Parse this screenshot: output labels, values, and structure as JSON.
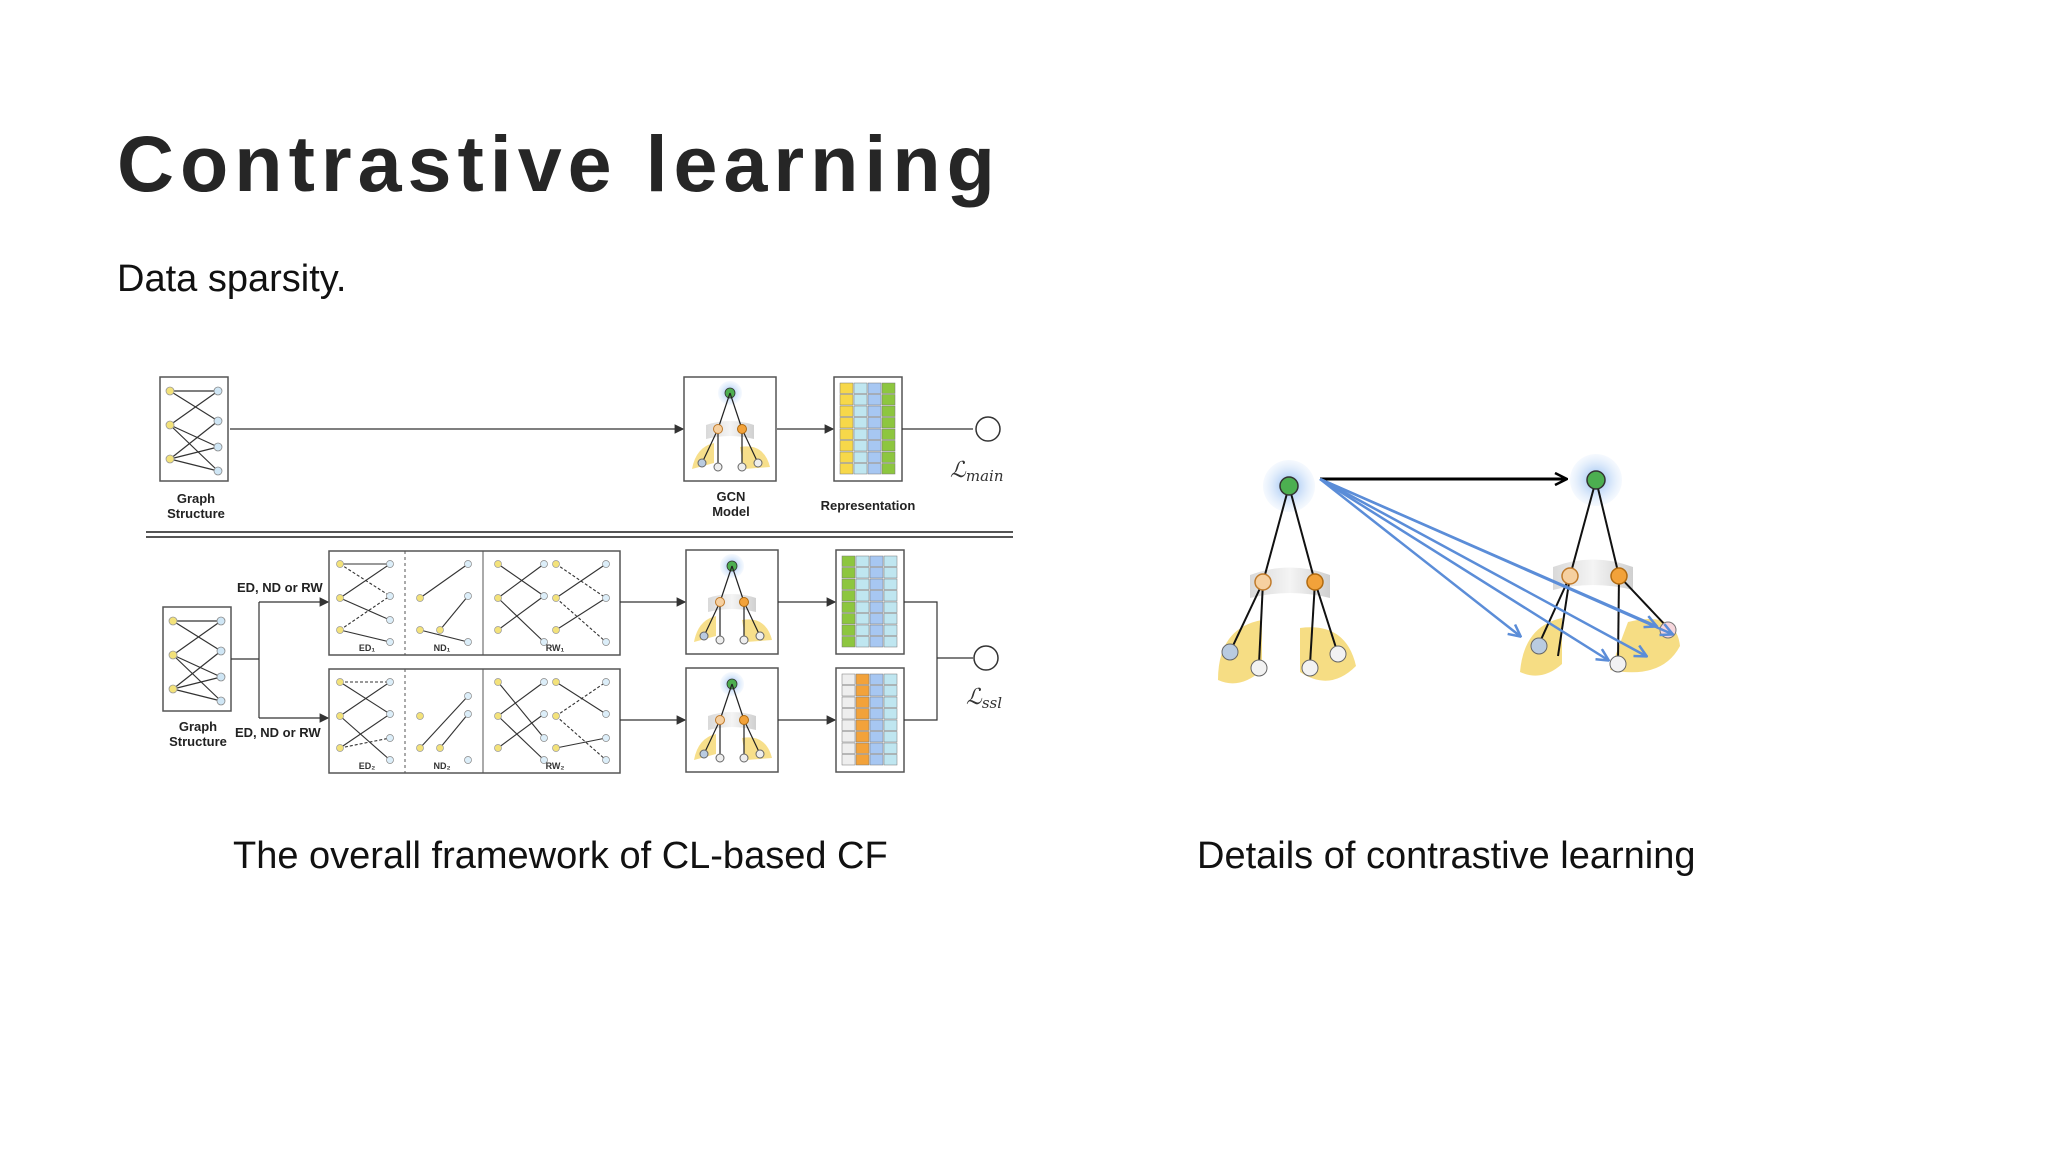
{
  "slide": {
    "title": "Contrastive learning",
    "subtitle": "Data sparsity."
  },
  "left_figure": {
    "caption": "The overall framework of CL-based CF",
    "graph_structure_label": [
      "Graph",
      "Structure"
    ],
    "gcn_label": [
      "GCN",
      "Model"
    ],
    "representation_label": "Representation",
    "augment_label": "ED, ND or RW",
    "loss_main": {
      "symbol": "ℒ",
      "sub": "main"
    },
    "loss_ssl": {
      "symbol": "ℒ",
      "sub": "ssl"
    },
    "view_labels_top": [
      "ED₁",
      "ND₁",
      "RW₁"
    ],
    "view_labels_bottom": [
      "ED₂",
      "ND₂",
      "RW₂"
    ]
  },
  "right_figure": {
    "caption": "Details of contrastive learning"
  },
  "colors": {
    "title": "#262626",
    "positive_arrow": "#000000",
    "negative_arrow": "#5b8dd8",
    "center_node": "#4caf50",
    "halo": "#9fc3f0",
    "orange_node": "#f2a23a",
    "yellow_fan": "#f5d76e",
    "rep_green": "#8dc63f",
    "rep_blue": "#a7c7f2",
    "rep_yellow": "#f7d84a",
    "rep_cyan": "#bfe6f0"
  }
}
